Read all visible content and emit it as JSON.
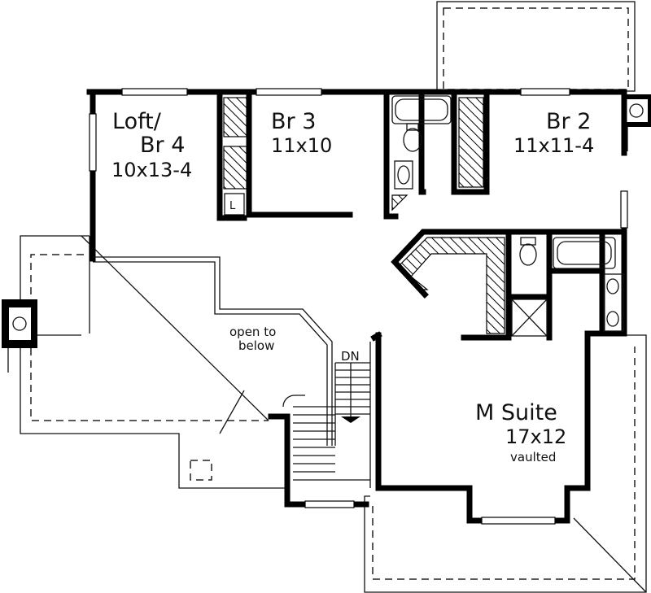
{
  "rooms": {
    "loft": {
      "name_line1": "Loft/",
      "name_line2": "Br 4",
      "size": "10x13-4"
    },
    "br3": {
      "name": "Br 3",
      "size": "11x10"
    },
    "br2": {
      "name": "Br 2",
      "size": "11x11-4"
    },
    "msuite": {
      "name": "M Suite",
      "size": "17x12",
      "note": "vaulted"
    }
  },
  "annotations": {
    "open_line1": "open to",
    "open_line2": "below",
    "stair_direction": "DN",
    "linen_mark": "L"
  }
}
